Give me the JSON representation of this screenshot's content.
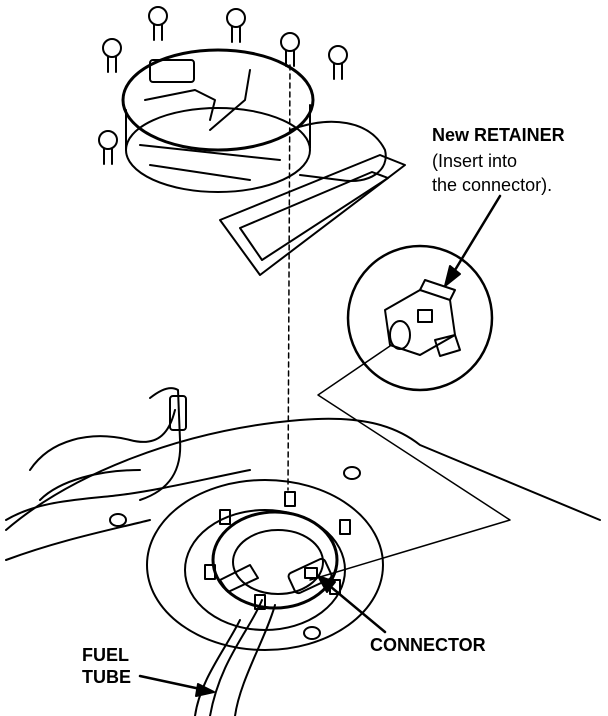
{
  "labels": {
    "retainer_title": "New RETAINER",
    "retainer_line2": "(Insert into",
    "retainer_line3": "the connector).",
    "connector": "CONNECTOR",
    "fuel_line1": "FUEL",
    "fuel_line2": "TUBE"
  },
  "colors": {
    "ink": "#000000",
    "paper": "#ffffff"
  }
}
